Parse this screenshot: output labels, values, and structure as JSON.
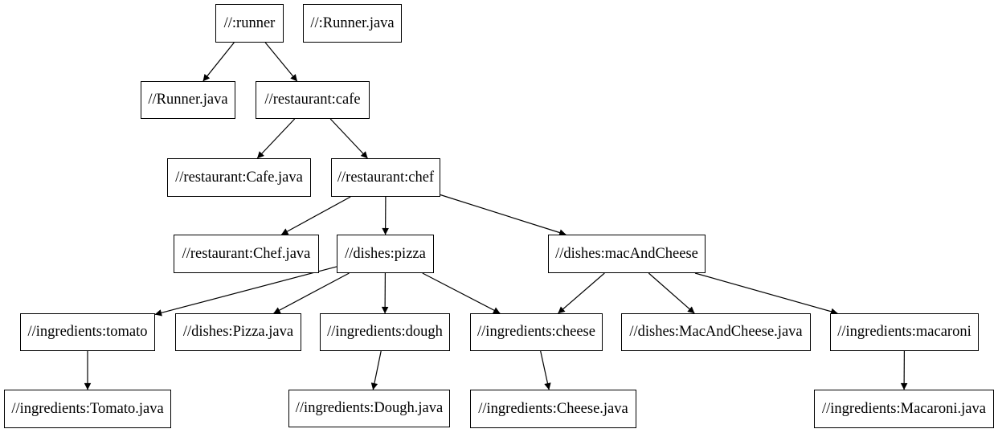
{
  "diagram": {
    "type": "dependency-graph",
    "colors": {
      "background": "#ffffff",
      "node_fill": "#ffffff",
      "node_border": "#000000",
      "text": "#000000",
      "edge": "#000000"
    },
    "nodes": [
      {
        "id": "runner",
        "label": "//:runner"
      },
      {
        "id": "runner-java-lib",
        "label": "//:Runner.java"
      },
      {
        "id": "runner-java",
        "label": "//Runner.java"
      },
      {
        "id": "cafe",
        "label": "//restaurant:cafe"
      },
      {
        "id": "cafe-java",
        "label": "//restaurant:Cafe.java"
      },
      {
        "id": "chef",
        "label": "//restaurant:chef"
      },
      {
        "id": "chef-java",
        "label": "//restaurant:Chef.java"
      },
      {
        "id": "pizza",
        "label": "//dishes:pizza"
      },
      {
        "id": "mac-and-cheese",
        "label": "//dishes:macAndCheese"
      },
      {
        "id": "tomato",
        "label": "//ingredients:tomato"
      },
      {
        "id": "pizza-java",
        "label": "//dishes:Pizza.java"
      },
      {
        "id": "dough",
        "label": "//ingredients:dough"
      },
      {
        "id": "cheese",
        "label": "//ingredients:cheese"
      },
      {
        "id": "mac-and-cheese-java",
        "label": "//dishes:MacAndCheese.java"
      },
      {
        "id": "macaroni",
        "label": "//ingredients:macaroni"
      },
      {
        "id": "tomato-java",
        "label": "//ingredients:Tomato.java"
      },
      {
        "id": "dough-java",
        "label": "//ingredients:Dough.java"
      },
      {
        "id": "cheese-java",
        "label": "//ingredients:Cheese.java"
      },
      {
        "id": "macaroni-java",
        "label": "//ingredients:Macaroni.java"
      }
    ],
    "edges": [
      {
        "from": "runner",
        "to": "runner-java"
      },
      {
        "from": "runner",
        "to": "cafe"
      },
      {
        "from": "cafe",
        "to": "cafe-java"
      },
      {
        "from": "cafe",
        "to": "chef"
      },
      {
        "from": "chef",
        "to": "chef-java"
      },
      {
        "from": "chef",
        "to": "pizza"
      },
      {
        "from": "chef",
        "to": "mac-and-cheese"
      },
      {
        "from": "pizza",
        "to": "tomato"
      },
      {
        "from": "pizza",
        "to": "pizza-java"
      },
      {
        "from": "pizza",
        "to": "dough"
      },
      {
        "from": "pizza",
        "to": "cheese"
      },
      {
        "from": "mac-and-cheese",
        "to": "cheese"
      },
      {
        "from": "mac-and-cheese",
        "to": "mac-and-cheese-java"
      },
      {
        "from": "mac-and-cheese",
        "to": "macaroni"
      },
      {
        "from": "tomato",
        "to": "tomato-java"
      },
      {
        "from": "dough",
        "to": "dough-java"
      },
      {
        "from": "cheese",
        "to": "cheese-java"
      },
      {
        "from": "macaroni",
        "to": "macaroni-java"
      }
    ]
  }
}
